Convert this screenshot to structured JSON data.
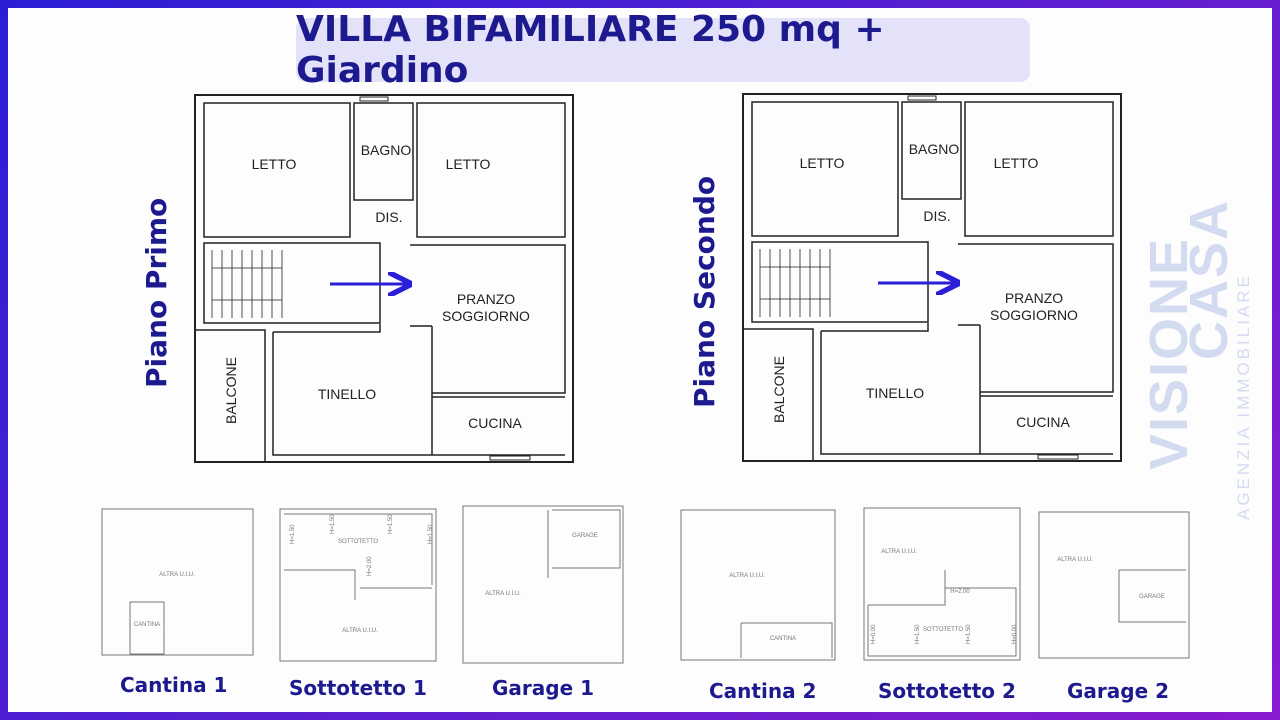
{
  "title": "VILLA BIFAMILIARE 250 mq + Giardino",
  "floors": [
    {
      "name": "Piano Primo",
      "rooms": {
        "letto1": "LETTO",
        "bagno": "BAGNO",
        "letto2": "LETTO",
        "dis": "DIS.",
        "pranzo1": "PRANZO",
        "pranzo2": "SOGGIORNO",
        "balcone": "BALCONE",
        "tinello": "TINELLO",
        "cucina": "CUCINA"
      }
    },
    {
      "name": "Piano Secondo",
      "rooms": {
        "letto1": "LETTO",
        "bagno": "BAGNO",
        "letto2": "LETTO",
        "dis": "DIS.",
        "pranzo1": "PRANZO",
        "pranzo2": "SOGGIORNO",
        "balcone": "BALCONE",
        "tinello": "TINELLO",
        "cucina": "CUCINA"
      }
    }
  ],
  "small_plans": [
    {
      "caption": "Cantina 1",
      "labels": [
        "ALTRA U.I.U.",
        "CANTINA"
      ]
    },
    {
      "caption": "Sottotetto 1",
      "labels": [
        "SOTTOTETTO",
        "ALTRA U.I.U.",
        "H=1.50",
        "H=1.50",
        "H=1.50",
        "H=1.50",
        "H=2.00"
      ]
    },
    {
      "caption": "Garage 1",
      "labels": [
        "GARAGE",
        "ALTRA U.I.U."
      ]
    },
    {
      "caption": "Cantina 2",
      "labels": [
        "ALTRA U.I.U.",
        "CANTINA"
      ]
    },
    {
      "caption": "Sottotetto 2",
      "labels": [
        "ALTRA U.I.U.",
        "SOTTOTETTO",
        "H=2.00",
        "H=0.00",
        "H=1.50",
        "H=1.50",
        "H=0.00"
      ]
    },
    {
      "caption": "Garage 2",
      "labels": [
        "ALTRA U.I.U.",
        "GARAGE"
      ]
    }
  ],
  "watermark": {
    "brand": "VISIONE CASA",
    "line1": "VISIONE",
    "line2": "CASA",
    "tagline": "AGENZIA IMMOBILIARE"
  },
  "colors": {
    "accent": "#1c1a8e",
    "arrow": "#2a1fd6",
    "title_bg": "#e4e2f8"
  }
}
